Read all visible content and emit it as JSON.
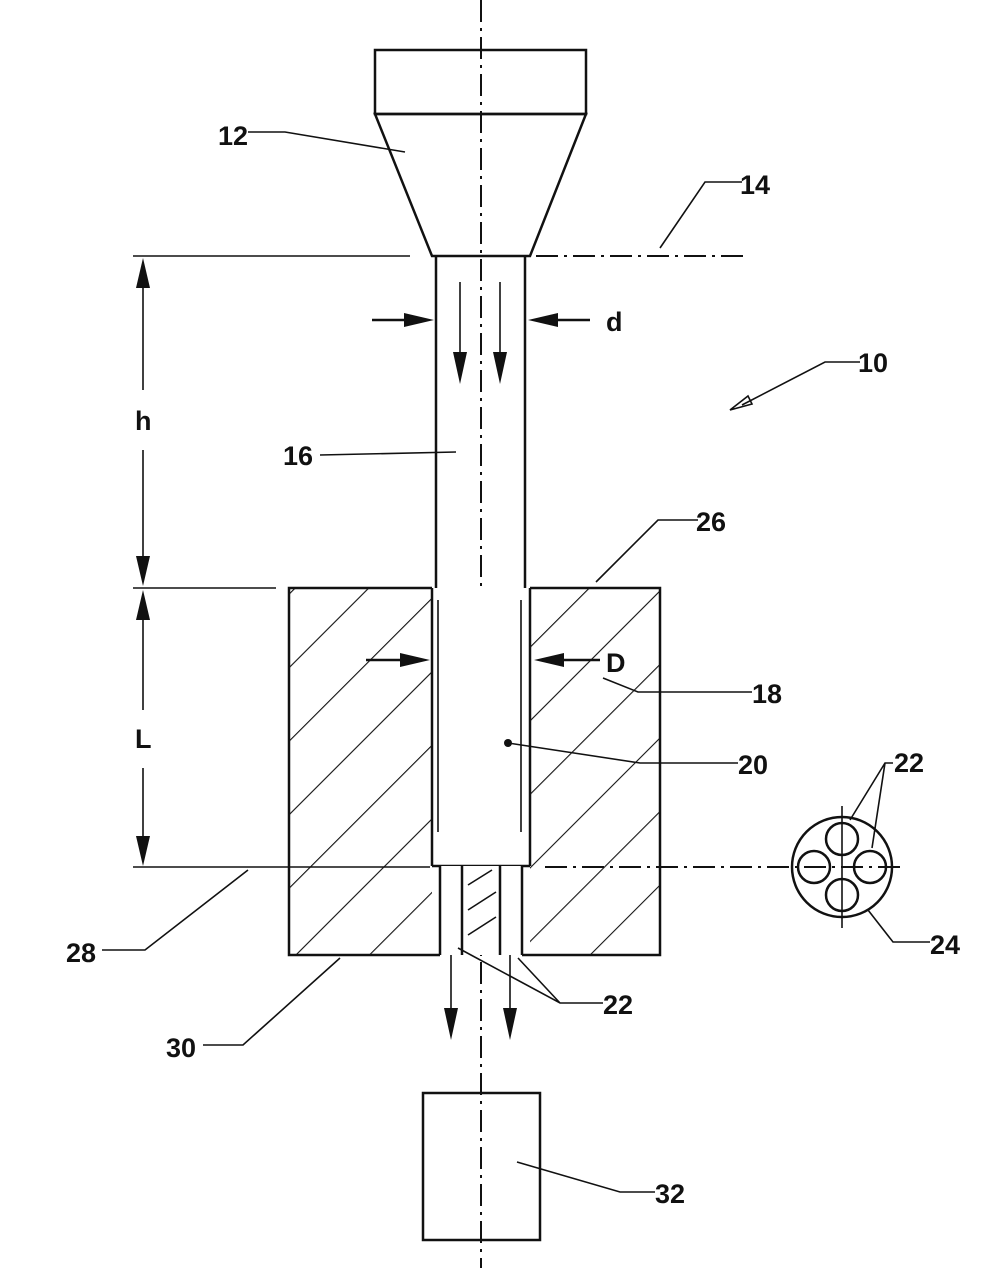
{
  "labels": {
    "nozzle": "12",
    "liquid_level": "14",
    "apparatus": "10",
    "pipe": "16",
    "block": "18",
    "center": "20",
    "holes_bottom": "22",
    "holes_detail": "22",
    "disc": "24",
    "top_face": "26",
    "entry_plane": "28",
    "bottom_face": "30",
    "container": "32"
  },
  "dimensions": {
    "pipe_diameter": "d",
    "bore_diameter": "D",
    "height": "h",
    "length": "L"
  }
}
